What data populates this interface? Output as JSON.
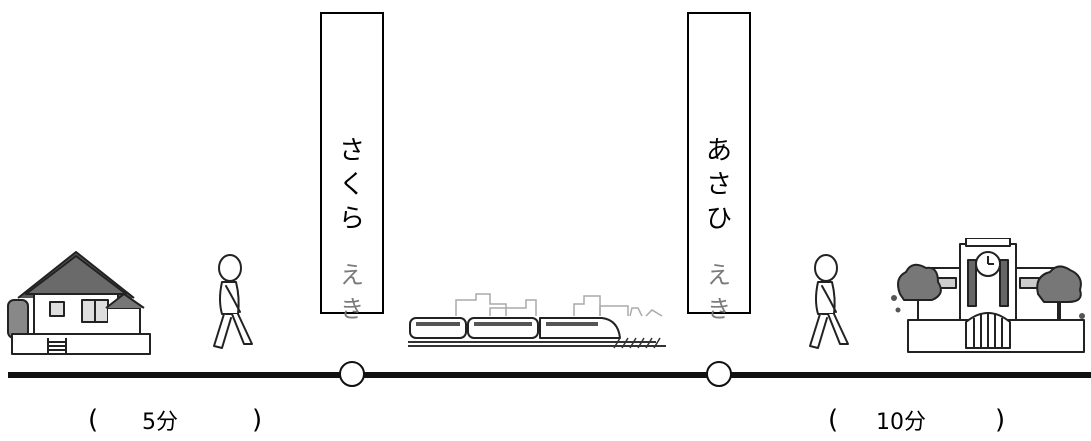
{
  "stations": [
    {
      "name_chars": [
        "さ",
        "く",
        "ら"
      ],
      "suffix_chars": [
        "え",
        "き"
      ]
    },
    {
      "name_chars": [
        "あ",
        "さ",
        "ひ"
      ],
      "suffix_chars": [
        "え",
        "き"
      ]
    }
  ],
  "legs": [
    {
      "open": "(",
      "duration": "5分",
      "close": ")"
    },
    {
      "open": "(",
      "duration": "10分",
      "close": ")"
    }
  ],
  "colors": {
    "line": "#111111",
    "suffix_text": "#7a7a7a",
    "node_fill": "#ffffff"
  }
}
